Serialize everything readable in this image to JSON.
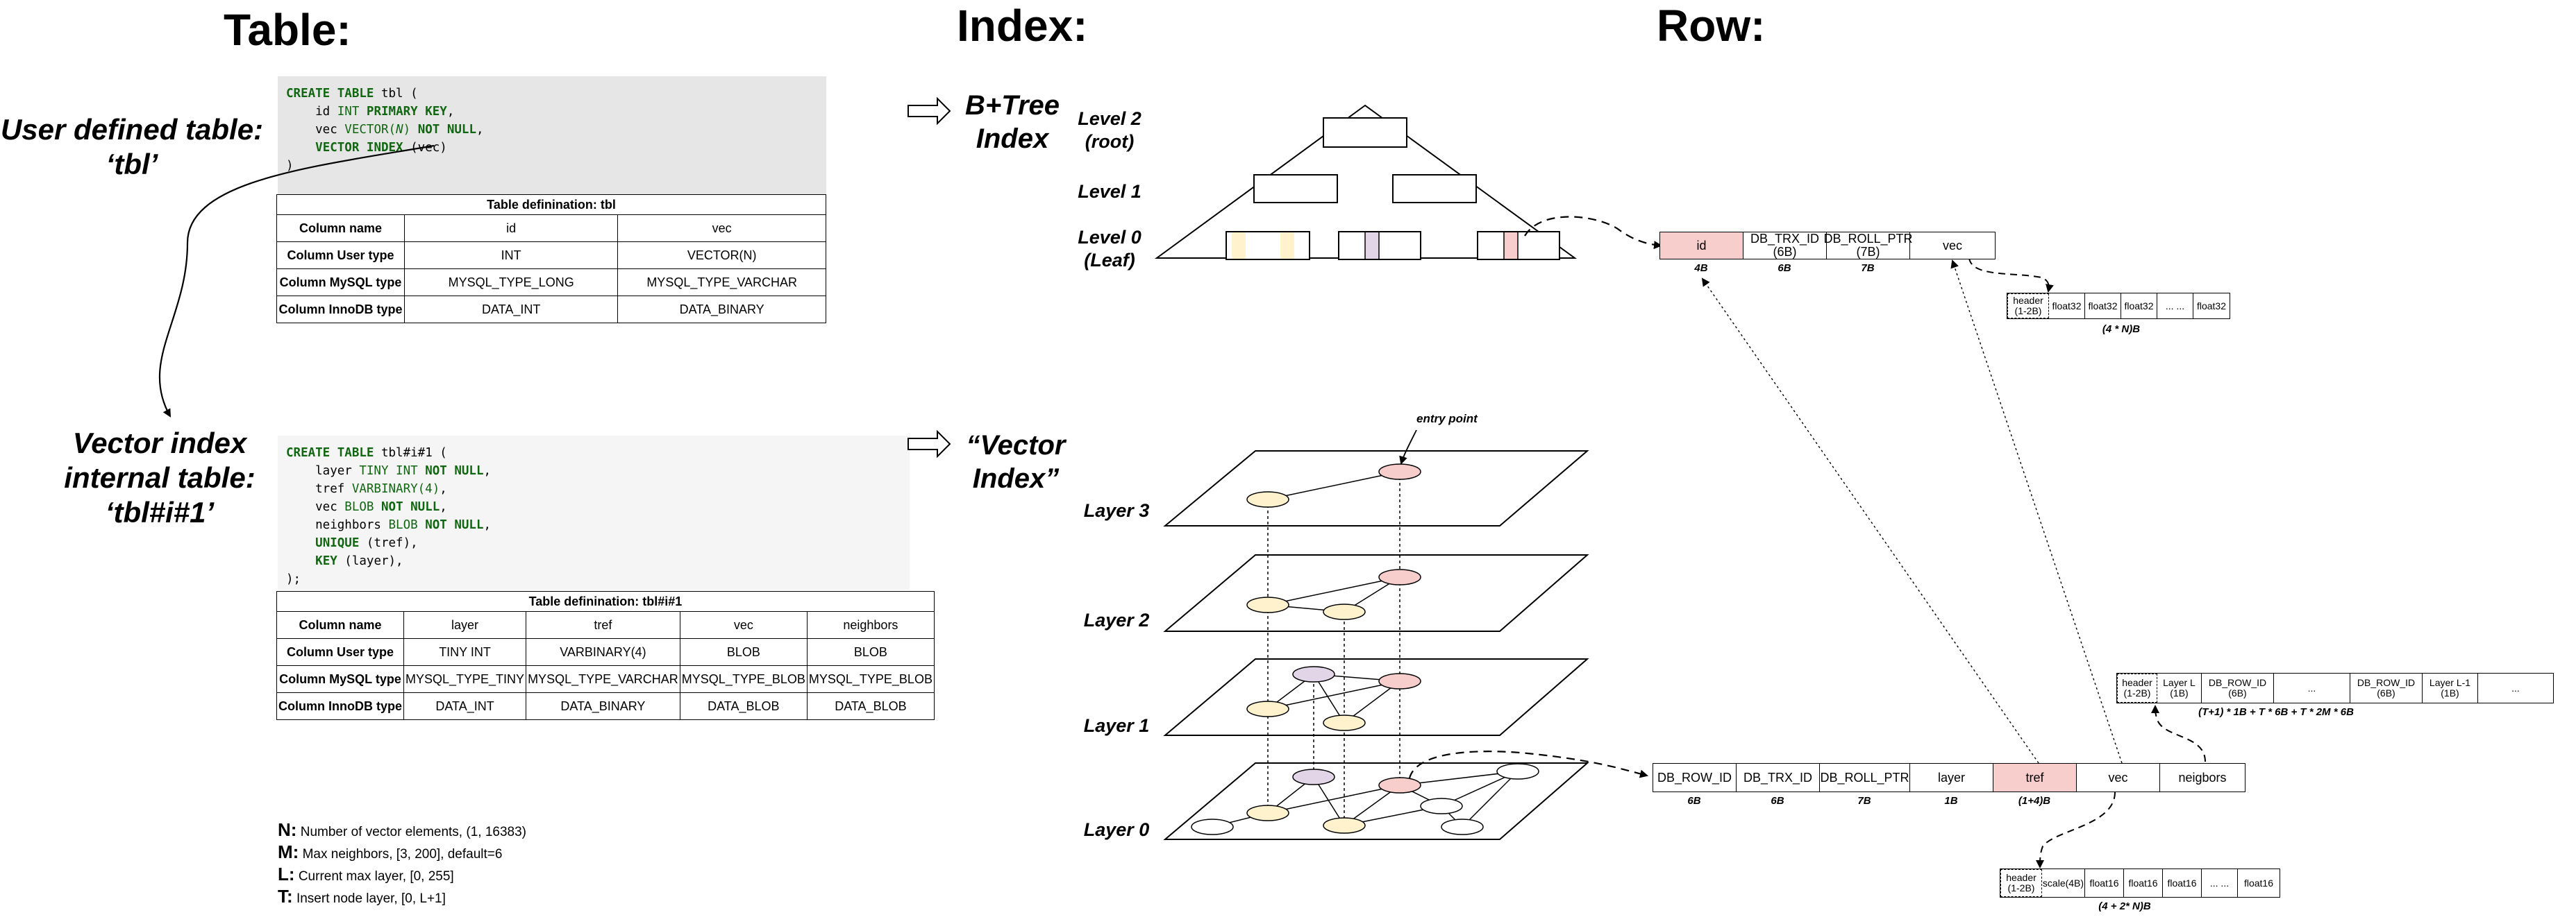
{
  "headings": {
    "table": "Table:",
    "index": "Index:",
    "row": "Row:"
  },
  "user_table": {
    "label_line1": "User defined table:",
    "label_line2": "‘tbl’",
    "code": [
      [
        [
          "kw",
          "CREATE TABLE"
        ],
        [
          "p",
          " tbl ("
        ]
      ],
      [
        [
          "p",
          "    id "
        ],
        [
          "ty",
          "INT"
        ],
        [
          "p",
          " "
        ],
        [
          "kw",
          "PRIMARY KEY"
        ],
        [
          "p",
          ","
        ]
      ],
      [
        [
          "p",
          "    vec "
        ],
        [
          "ty",
          "VECTOR("
        ],
        [
          "it",
          "N"
        ],
        [
          "ty",
          ")"
        ],
        [
          "p",
          " "
        ],
        [
          "kw",
          "NOT NULL"
        ],
        [
          "p",
          ","
        ]
      ],
      [
        [
          "p",
          "    "
        ],
        [
          "kw",
          "VECTOR INDEX"
        ],
        [
          "p",
          " (vec)"
        ]
      ],
      [
        [
          "p",
          ")"
        ]
      ]
    ],
    "def_title": "Table definination: tbl",
    "rows": [
      [
        "Column name",
        "id",
        "vec"
      ],
      [
        "Column User type",
        "INT",
        "VECTOR(N)"
      ],
      [
        "Column MySQL type",
        "MYSQL_TYPE_LONG",
        "MYSQL_TYPE_VARCHAR"
      ],
      [
        "Column InnoDB type",
        "DATA_INT",
        "DATA_BINARY"
      ]
    ]
  },
  "vector_table": {
    "label_line1": "Vector index",
    "label_line2": "internal table:",
    "label_line3": "‘tbl#i#1’",
    "code": [
      [
        [
          "kw",
          "CREATE TABLE"
        ],
        [
          "p",
          " tbl#i#1 ("
        ]
      ],
      [
        [
          "p",
          "    layer "
        ],
        [
          "ty",
          "TINY INT"
        ],
        [
          "p",
          " "
        ],
        [
          "kw",
          "NOT NULL"
        ],
        [
          "p",
          ","
        ]
      ],
      [
        [
          "p",
          "    tref "
        ],
        [
          "ty",
          "VARBINARY(4)"
        ],
        [
          "p",
          ","
        ]
      ],
      [
        [
          "p",
          "    vec "
        ],
        [
          "ty",
          "BLOB"
        ],
        [
          "p",
          " "
        ],
        [
          "kw",
          "NOT NULL"
        ],
        [
          "p",
          ","
        ]
      ],
      [
        [
          "p",
          "    neighbors "
        ],
        [
          "ty",
          "BLOB"
        ],
        [
          "p",
          " "
        ],
        [
          "kw",
          "NOT NULL"
        ],
        [
          "p",
          ","
        ]
      ],
      [
        [
          "p",
          "    "
        ],
        [
          "kw",
          "UNIQUE"
        ],
        [
          "p",
          " (tref),"
        ]
      ],
      [
        [
          "p",
          "    "
        ],
        [
          "kw",
          "KEY"
        ],
        [
          "p",
          " (layer),"
        ]
      ],
      [
        [
          "p",
          ");"
        ]
      ]
    ],
    "def_title": "Table definination: tbl#i#1",
    "rows": [
      [
        "Column name",
        "layer",
        "tref",
        "vec",
        "neighbors"
      ],
      [
        "Column User type",
        "TINY INT",
        "VARBINARY(4)",
        "BLOB",
        "BLOB"
      ],
      [
        "Column MySQL type",
        "MYSQL_TYPE_TINY",
        "MYSQL_TYPE_VARCHAR",
        "MYSQL_TYPE_BLOB",
        "MYSQL_TYPE_BLOB"
      ],
      [
        "Column InnoDB type",
        "DATA_INT",
        "DATA_BINARY",
        "DATA_BLOB",
        "DATA_BLOB"
      ]
    ]
  },
  "legend": [
    {
      "key": "N:",
      "text": " Number of vector elements, (1, 16383)"
    },
    {
      "key": "M:",
      "text": " Max neighbors, [3, 200], default=6"
    },
    {
      "key": "L:",
      "text": " Current max layer, [0, 255]"
    },
    {
      "key": "T:",
      "text": " Insert node layer, [0, L+1]"
    }
  ],
  "btree": {
    "label_line1": "B+Tree",
    "label_line2": "Index",
    "levels": [
      {
        "line1": "Level 2",
        "line2": "(root)"
      },
      {
        "line1": "Level 1",
        "line2": ""
      },
      {
        "line1": "Level 0",
        "line2": "(Leaf)"
      }
    ]
  },
  "hnsw": {
    "label_line1": "“Vector",
    "label_line2": "Index”",
    "entry_point": "entry point",
    "layers": [
      "Layer 3",
      "Layer 2",
      "Layer 1",
      "Layer 0"
    ]
  },
  "user_row": {
    "cells": [
      {
        "line1": "id",
        "line2": "",
        "red": true
      },
      {
        "line1": "DB_TRX_ID",
        "line2": "(6B)",
        "red": false
      },
      {
        "line1": "DB_ROLL_PTR",
        "line2": "(7B)",
        "red": false
      },
      {
        "line1": "vec",
        "line2": "",
        "red": false
      }
    ],
    "sizes": [
      "4B",
      "6B",
      "7B",
      ""
    ],
    "vec_detail": {
      "cells": [
        "header\n(1-2B)",
        "float32",
        "float32",
        "float32",
        "... ...",
        "float32"
      ],
      "size": "(4 * N)B"
    }
  },
  "vector_row": {
    "cells": [
      {
        "label": "DB_ROW_ID",
        "red": false
      },
      {
        "label": "DB_TRX_ID",
        "red": false
      },
      {
        "label": "DB_ROLL_PTR",
        "red": false
      },
      {
        "label": "layer",
        "red": false
      },
      {
        "label": "tref",
        "red": true
      },
      {
        "label": "vec",
        "red": false
      },
      {
        "label": "neigbors",
        "red": false
      }
    ],
    "sizes": [
      "6B",
      "6B",
      "7B",
      "1B",
      "(1+4)B",
      "",
      ""
    ],
    "neighbors_detail": {
      "cells": [
        "header\n(1-2B)",
        "Layer L\n(1B)",
        "DB_ROW_ID\n(6B)",
        "...",
        "DB_ROW_ID\n(6B)",
        "Layer L-1\n(1B)",
        "..."
      ],
      "size": "(T+1) * 1B + T * 6B + T * 2M * 6B"
    },
    "vec_detail": {
      "cells": [
        "header\n(1-2B)",
        "scale(4B)",
        "float16",
        "float16",
        "float16",
        "... ...",
        "float16"
      ],
      "size": "(4 + 2* N)B"
    }
  },
  "colors": {
    "pink": "#f8cecc",
    "yellow": "#fff2cc",
    "purple": "#e1d5e7",
    "code_bg1": "#e6e6e6",
    "code_bg2": "#f5f5f5",
    "keyword": "#116611"
  }
}
